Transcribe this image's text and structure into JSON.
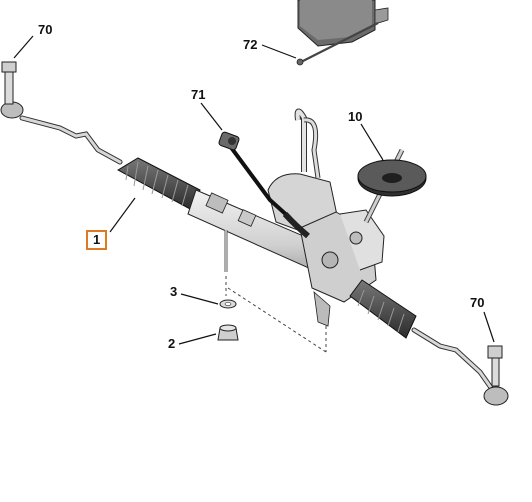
{
  "callouts": [
    {
      "id": "70a",
      "label": "70"
    },
    {
      "id": "72",
      "label": "72"
    },
    {
      "id": "71",
      "label": "71"
    },
    {
      "id": "10",
      "label": "10"
    },
    {
      "id": "1",
      "label": "1"
    },
    {
      "id": "3",
      "label": "3"
    },
    {
      "id": "2",
      "label": "2"
    },
    {
      "id": "70b",
      "label": "70"
    }
  ],
  "colors": {
    "highlight": "#e07a1f",
    "part_light": "#e6e6e6",
    "part_mid": "#c4c4c4",
    "part_dark": "#4a4a4a",
    "line": "#222222"
  },
  "icons": {
    "boot": "bellows-boot-icon",
    "bolt": "bolt-icon",
    "nut": "nut-icon",
    "washer": "washer-icon"
  }
}
